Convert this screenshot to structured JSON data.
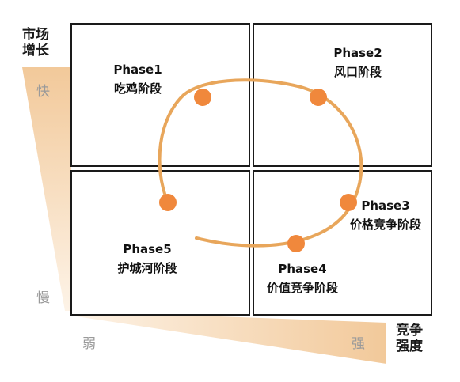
{
  "axes": {
    "y_title": "市场\n增长",
    "y_high": "快",
    "y_low": "慢",
    "x_title": "竞争\n强度",
    "x_low": "弱",
    "x_high": "强"
  },
  "phases": [
    {
      "id": "phase1",
      "name": "Phase1",
      "label": "吃鸡阶段"
    },
    {
      "id": "phase2",
      "name": "Phase2",
      "label": "风口阶段"
    },
    {
      "id": "phase3",
      "name": "Phase3",
      "label": "价格竞争阶段"
    },
    {
      "id": "phase4",
      "name": "Phase4",
      "label": "价值竞争阶段"
    },
    {
      "id": "phase5",
      "name": "Phase5",
      "label": "护城河阶段"
    }
  ],
  "colors": {
    "cycle_line": "#e8a65b",
    "marker": "#f0883c",
    "gradient_start": "#f2c99a",
    "gradient_end": "#fdf3e7",
    "box_border": "#1a1a1a"
  }
}
